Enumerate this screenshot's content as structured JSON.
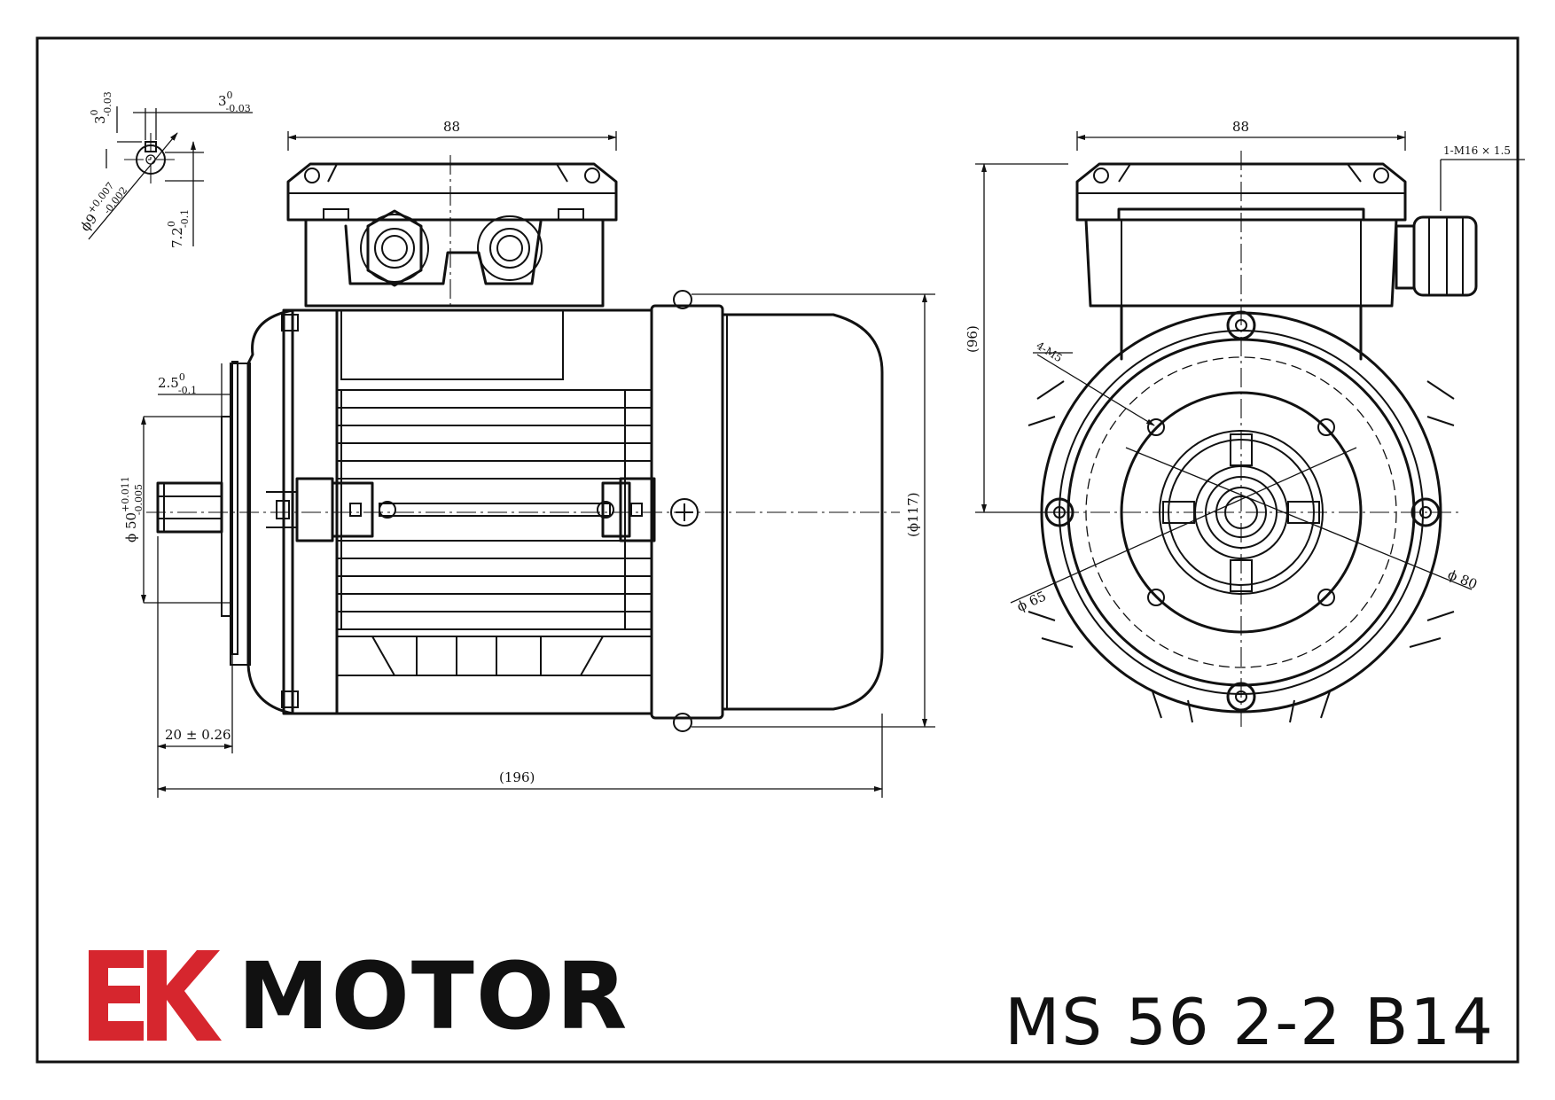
{
  "brand": {
    "mark": "EK",
    "name": "MOTOR",
    "mark_color": "#d6262e",
    "text_color": "#111111"
  },
  "model": "MS 56 2-2 B14",
  "side_view": {
    "dimensions": {
      "terminal_box_width": "88",
      "overall_length": "(196)",
      "body_diameter": "(ϕ117)",
      "shaft_length": "20 ± 0.26",
      "spigot_depth": "2.5",
      "spigot_depth_tol_upper": "0",
      "spigot_depth_tol_lower": "-0.1",
      "spigot_diameter": "ϕ 50",
      "spigot_diameter_tol_upper": "+0.011",
      "spigot_diameter_tol_lower": "-0.005"
    }
  },
  "shaft_detail": {
    "key_width": "3",
    "key_width_tol_upper": "0",
    "key_width_tol_lower": "-0.03",
    "key_height": "3",
    "key_height_tol_upper": "0",
    "key_height_tol_lower": "-0.03",
    "shaft_diameter": "ϕ9",
    "shaft_diameter_tol_upper": "+0.007",
    "shaft_diameter_tol_lower": "-0.002",
    "shaft_to_key": "7.2",
    "shaft_to_key_tol_upper": "0",
    "shaft_to_key_tol_lower": "-0.1"
  },
  "front_view": {
    "dimensions": {
      "terminal_box_width": "88",
      "cable_gland": "1-M16 × 1.5",
      "center_height": "(96)",
      "mounting_holes": "4-M5",
      "spigot": "ϕ 65",
      "pcd": "ϕ 80"
    }
  }
}
